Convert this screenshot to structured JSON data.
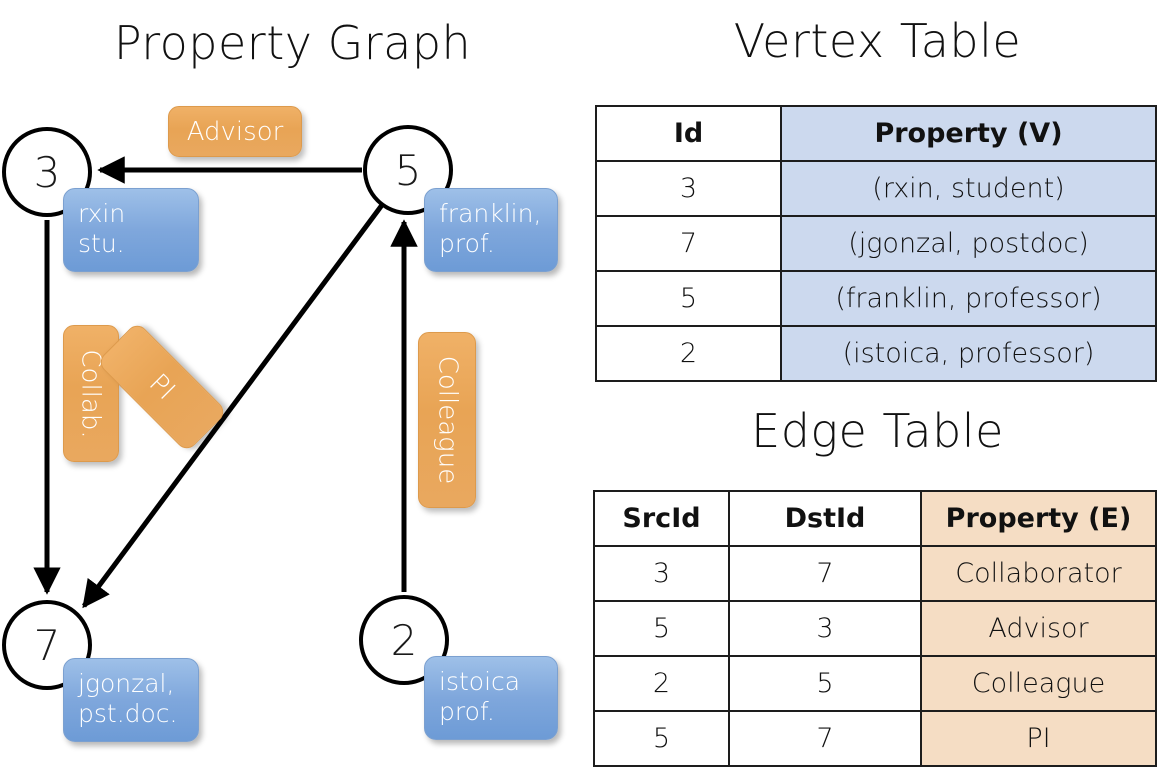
{
  "titles": {
    "graph": "Property Graph",
    "vertex": "Vertex Table",
    "edge": "Edge Table"
  },
  "colors": {
    "vertex_property_fill": "#ccd9ee",
    "edge_property_fill": "#f5ddc4",
    "node_property_box": "#7fa7dc",
    "edge_label_box": "#e8a455",
    "stroke": "#000000"
  },
  "graph": {
    "nodes": [
      {
        "id": "3",
        "property_label": "rxin\nstu.",
        "property_line1": "rxin",
        "property_line2": "stu."
      },
      {
        "id": "5",
        "property_label": "franklin,\nprof.",
        "property_line1": "franklin,",
        "property_line2": "prof."
      },
      {
        "id": "7",
        "property_label": "jgonzal,\npst.doc.",
        "property_line1": "jgonzal,",
        "property_line2": "pst.doc."
      },
      {
        "id": "2",
        "property_label": "istoica\nprof.",
        "property_line1": "istoica",
        "property_line2": "prof."
      }
    ],
    "edge_labels": [
      {
        "name": "advisor",
        "text": "Advisor",
        "orientation": "horizontal"
      },
      {
        "name": "collab",
        "text": "Collab.",
        "orientation": "vertical"
      },
      {
        "name": "pi",
        "text": "PI",
        "orientation": "diagonal"
      },
      {
        "name": "colleague",
        "text": "Colleague",
        "orientation": "vertical"
      }
    ],
    "edges": [
      {
        "from": "5",
        "to": "3",
        "label": "Advisor"
      },
      {
        "from": "3",
        "to": "7",
        "label": "Collab."
      },
      {
        "from": "5",
        "to": "7",
        "label": "PI"
      },
      {
        "from": "2",
        "to": "5",
        "label": "Colleague"
      }
    ]
  },
  "vertex_table": {
    "headers": [
      "Id",
      "Property (V)"
    ],
    "rows": [
      {
        "id": "3",
        "property": "(rxin, student)"
      },
      {
        "id": "7",
        "property": "(jgonzal, postdoc)"
      },
      {
        "id": "5",
        "property": "(franklin, professor)"
      },
      {
        "id": "2",
        "property": "(istoica, professor)"
      }
    ]
  },
  "edge_table": {
    "headers": [
      "SrcId",
      "DstId",
      "Property (E)"
    ],
    "rows": [
      {
        "src": "3",
        "dst": "7",
        "property": "Collaborator"
      },
      {
        "src": "5",
        "dst": "3",
        "property": "Advisor"
      },
      {
        "src": "2",
        "dst": "5",
        "property": "Colleague"
      },
      {
        "src": "5",
        "dst": "7",
        "property": "PI"
      }
    ]
  }
}
